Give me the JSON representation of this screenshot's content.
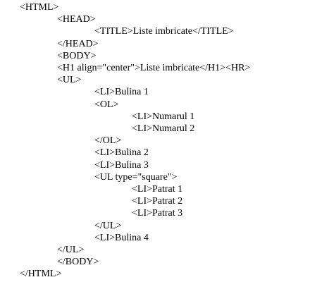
{
  "document": {
    "lines": [
      {
        "text": "<HTML>",
        "indent": 0
      },
      {
        "text": "<HEAD>",
        "indent": 1
      },
      {
        "text": "<TITLE>Liste imbricate</TITLE>",
        "indent": 2
      },
      {
        "text": "</HEAD>",
        "indent": 1
      },
      {
        "text": "<BODY>",
        "indent": 1
      },
      {
        "text": "<H1 align=\"center\">Liste imbricate</H1><HR>",
        "indent": 1
      },
      {
        "text": "<UL>",
        "indent": 1
      },
      {
        "text": "<LI>Bulina 1",
        "indent": 2
      },
      {
        "text": "<OL>",
        "indent": 2
      },
      {
        "text": "<LI>Numarul 1",
        "indent": 3
      },
      {
        "text": "<LI>Numarul 2",
        "indent": 3
      },
      {
        "text": "</OL>",
        "indent": 2
      },
      {
        "text": "<LI>Bulina 2",
        "indent": 2
      },
      {
        "text": "<LI>Bulina 3",
        "indent": 2
      },
      {
        "text": "<UL type=\"square\">",
        "indent": 2
      },
      {
        "text": "<LI>Patrat 1",
        "indent": 3
      },
      {
        "text": "<LI>Patrat 2",
        "indent": 3
      },
      {
        "text": "<LI>Patrat 3",
        "indent": 3
      },
      {
        "text": "</UL>",
        "indent": 2
      },
      {
        "text": "<LI>Bulina 4",
        "indent": 2
      },
      {
        "text": "</UL>",
        "indent": 1
      },
      {
        "text": "</BODY>",
        "indent": 1
      },
      {
        "text": "</HTML>",
        "indent": 0
      }
    ]
  }
}
